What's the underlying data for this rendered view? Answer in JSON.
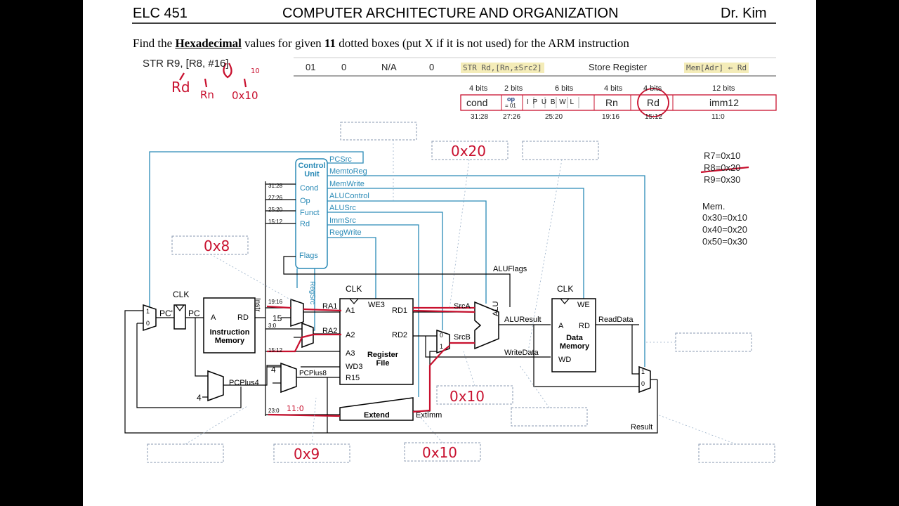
{
  "header": {
    "course": "ELC 451",
    "title": "COMPUTER ARCHITECTURE AND ORGANIZATION",
    "author": "Dr. Kim"
  },
  "question": {
    "prefix": "Find the ",
    "emph": "Hexadecimal",
    "middle": " values for given ",
    "count": "11",
    "suffix": " dotted boxes (put X if it is not used) for the ARM instruction"
  },
  "instruction": "STR  R9, [R8, #16]",
  "table_row": {
    "op": "01",
    "funct5": "0",
    "funct0": "N/A",
    "b": "0",
    "instr": "STR  Rd,[Rn,±Src2]",
    "desc": "Store Register",
    "op_desc": "Mem[Adr] ← Rd"
  },
  "encoding": {
    "fields": [
      {
        "bits": "4 bits",
        "label": "cond",
        "range": "31:28"
      },
      {
        "bits": "2 bits",
        "label": "op",
        "sub": "= 01",
        "range": "27:26"
      },
      {
        "bits": "6 bits",
        "label": "I P U B W L",
        "range": "25:20"
      },
      {
        "bits": "4 bits",
        "label": "Rn",
        "range": "19:16"
      },
      {
        "bits": "4 bits",
        "label": "Rd",
        "range": "15:12"
      },
      {
        "bits": "12 bits",
        "label": "imm12",
        "range": "11:0"
      }
    ]
  },
  "registers": [
    "R7=0x10",
    "R8=0x20",
    "R9=0x30"
  ],
  "memory": {
    "title": "Mem.",
    "entries": [
      "0x30=0x10",
      "0x40=0x20",
      "0x50=0x30"
    ]
  },
  "handwriting": {
    "rd": "Rd",
    "rn": "Rn",
    "imm": "0x10",
    "ten": "10",
    "box_pc": "0x8",
    "box_rd1": "0x20",
    "box_srcb": "0x10",
    "box_ra": "0x9",
    "box_ext": "0x10",
    "eleven": "11:0"
  },
  "control": {
    "title": "Control Unit",
    "inputs": [
      "Cond",
      "Op",
      "Funct",
      "Rd",
      "Flags"
    ],
    "outputs": [
      "PCSrc",
      "MemtoReg",
      "MemWrite",
      "ALUControl",
      "ALUSrc",
      "ImmSrc",
      "RegWrite"
    ],
    "regsrc": "RegSrc"
  },
  "datapath": {
    "clk": "CLK",
    "pc_prime": "PC'",
    "pc": "PC",
    "a": "A",
    "rd": "RD",
    "imem": "Instruction Memory",
    "instr": "Instr",
    "b31": "31:28",
    "b27": "27:26",
    "b25": "25:20",
    "b15": "15:12",
    "b19": "19:16",
    "b3": "3:0",
    "b15b": "15:12",
    "b23": "23:0",
    "ra1": "RA1",
    "ra2": "RA2",
    "a1": "A1",
    "a2": "A2",
    "a3": "A3",
    "wd3": "WD3",
    "r15": "R15",
    "we3": "WE3",
    "rd1": "RD1",
    "rd2": "RD2",
    "rf": "Register File",
    "fifteen": "15",
    "four": "4",
    "four2": "4",
    "pcplus4": "PCPlus4",
    "pcplus8": "PCPlus8",
    "srca": "SrcA",
    "srcb": "SrcB",
    "alu": "ALU",
    "aluflags": "ALUFlags",
    "aluresult": "ALUResult",
    "writedata": "WriteData",
    "dmem": "Data Memory",
    "we": "WE",
    "wd": "WD",
    "readdata": "ReadData",
    "extend": "Extend",
    "extimm": "ExtImm",
    "result": "Result",
    "m0": "0",
    "m1": "1"
  }
}
